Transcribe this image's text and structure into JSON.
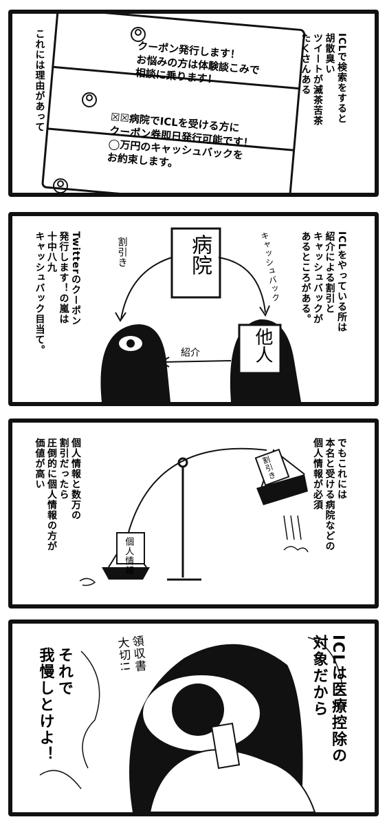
{
  "panel1": {
    "narration_right": "ICLで検索をすると\n胡散臭い\nツイートが滅茶苦茶\nたくさんある",
    "narration_left": "これには理由があって",
    "tweet1": "クーポン発行します！\nお悩みの方は体験談こみで\n相談に乗ります！",
    "tweet2": "☒☒病院でICLを受ける方に\nクーポン券即日発行可能です！\n◯万円のキャッシュバックを\nお約束します。"
  },
  "panel2": {
    "narration_right": "ICLをやっている所は\n紹介による割引と\nキャッシュバックが\nあるところがある。",
    "narration_left": "Twitterのクーポン\n発行します！の嵐は\n十中八九\nキャッシュバック目当て。",
    "hospital_label": "病院",
    "other_label": "他人",
    "cashback_label": "キャッシュバック",
    "discount_label": "割引き",
    "introduce_label": "紹介"
  },
  "panel3": {
    "narration_right": "でもこれには\n本名と受ける病院などの\n個人情報が必須",
    "narration_left": "個人情報と数万の\n割引だったら\n圧倒的に個人情報の方が\n価値が高い",
    "personal_info_label": "個人情報",
    "discount_label": "割引き"
  },
  "panel4": {
    "speech_right": "ICLは医療控除の\n対象だから",
    "speech_left": "それで\n我慢しとけよ！",
    "receipt_note": "領収書\n大切!!"
  }
}
